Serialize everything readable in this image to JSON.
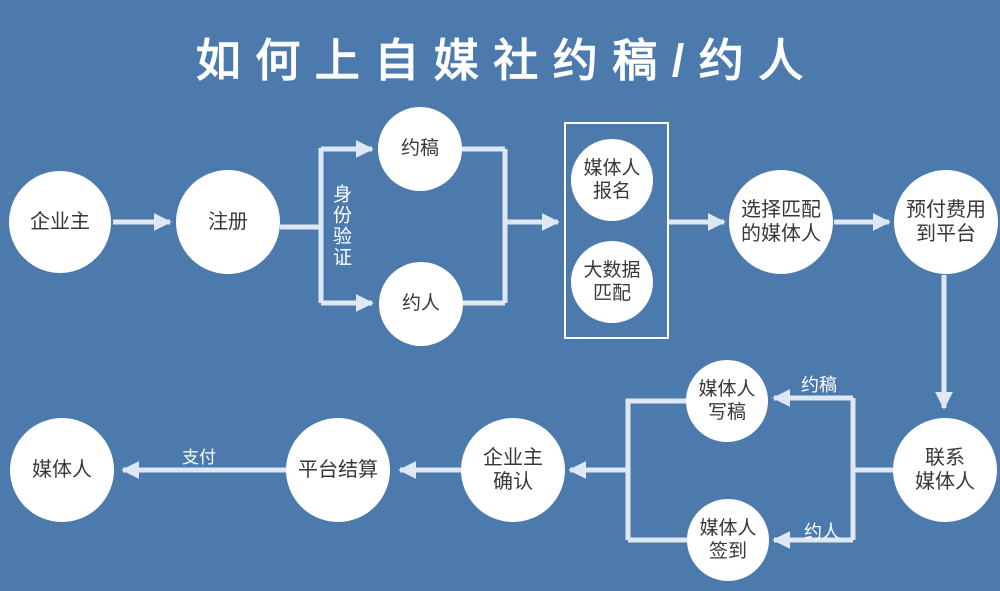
{
  "title": "如 何 上 自 媒 社 约 稿 / 约 人",
  "colors": {
    "background": "#4d7aad",
    "connector": "#dee8f4",
    "node_fill": "#ffffff",
    "node_text": "#383838",
    "label_text": "#ffffff"
  },
  "nodes": [
    {
      "id": "business-owner",
      "label": "企业主"
    },
    {
      "id": "register",
      "label": "注册"
    },
    {
      "id": "commission-article",
      "label": "约稿"
    },
    {
      "id": "commission-person",
      "label": "约人"
    },
    {
      "id": "media-signup",
      "label": "媒体人\n报名"
    },
    {
      "id": "bigdata-match",
      "label": "大数据\n匹配"
    },
    {
      "id": "select-media",
      "label": "选择匹配\n的媒体人"
    },
    {
      "id": "prepay-platform",
      "label": "预付费用\n到平台"
    },
    {
      "id": "contact-media",
      "label": "联系\n媒体人"
    },
    {
      "id": "media-write",
      "label": "媒体人\n写稿"
    },
    {
      "id": "media-checkin",
      "label": "媒体人\n签到"
    },
    {
      "id": "owner-confirm",
      "label": "企业主\n确认"
    },
    {
      "id": "platform-settle",
      "label": "平台结算"
    },
    {
      "id": "media-person",
      "label": "媒体人"
    }
  ],
  "edge_labels": {
    "identity_verification": "身份验证",
    "commission_article": "约稿",
    "commission_person": "约人",
    "payment": "支付"
  }
}
